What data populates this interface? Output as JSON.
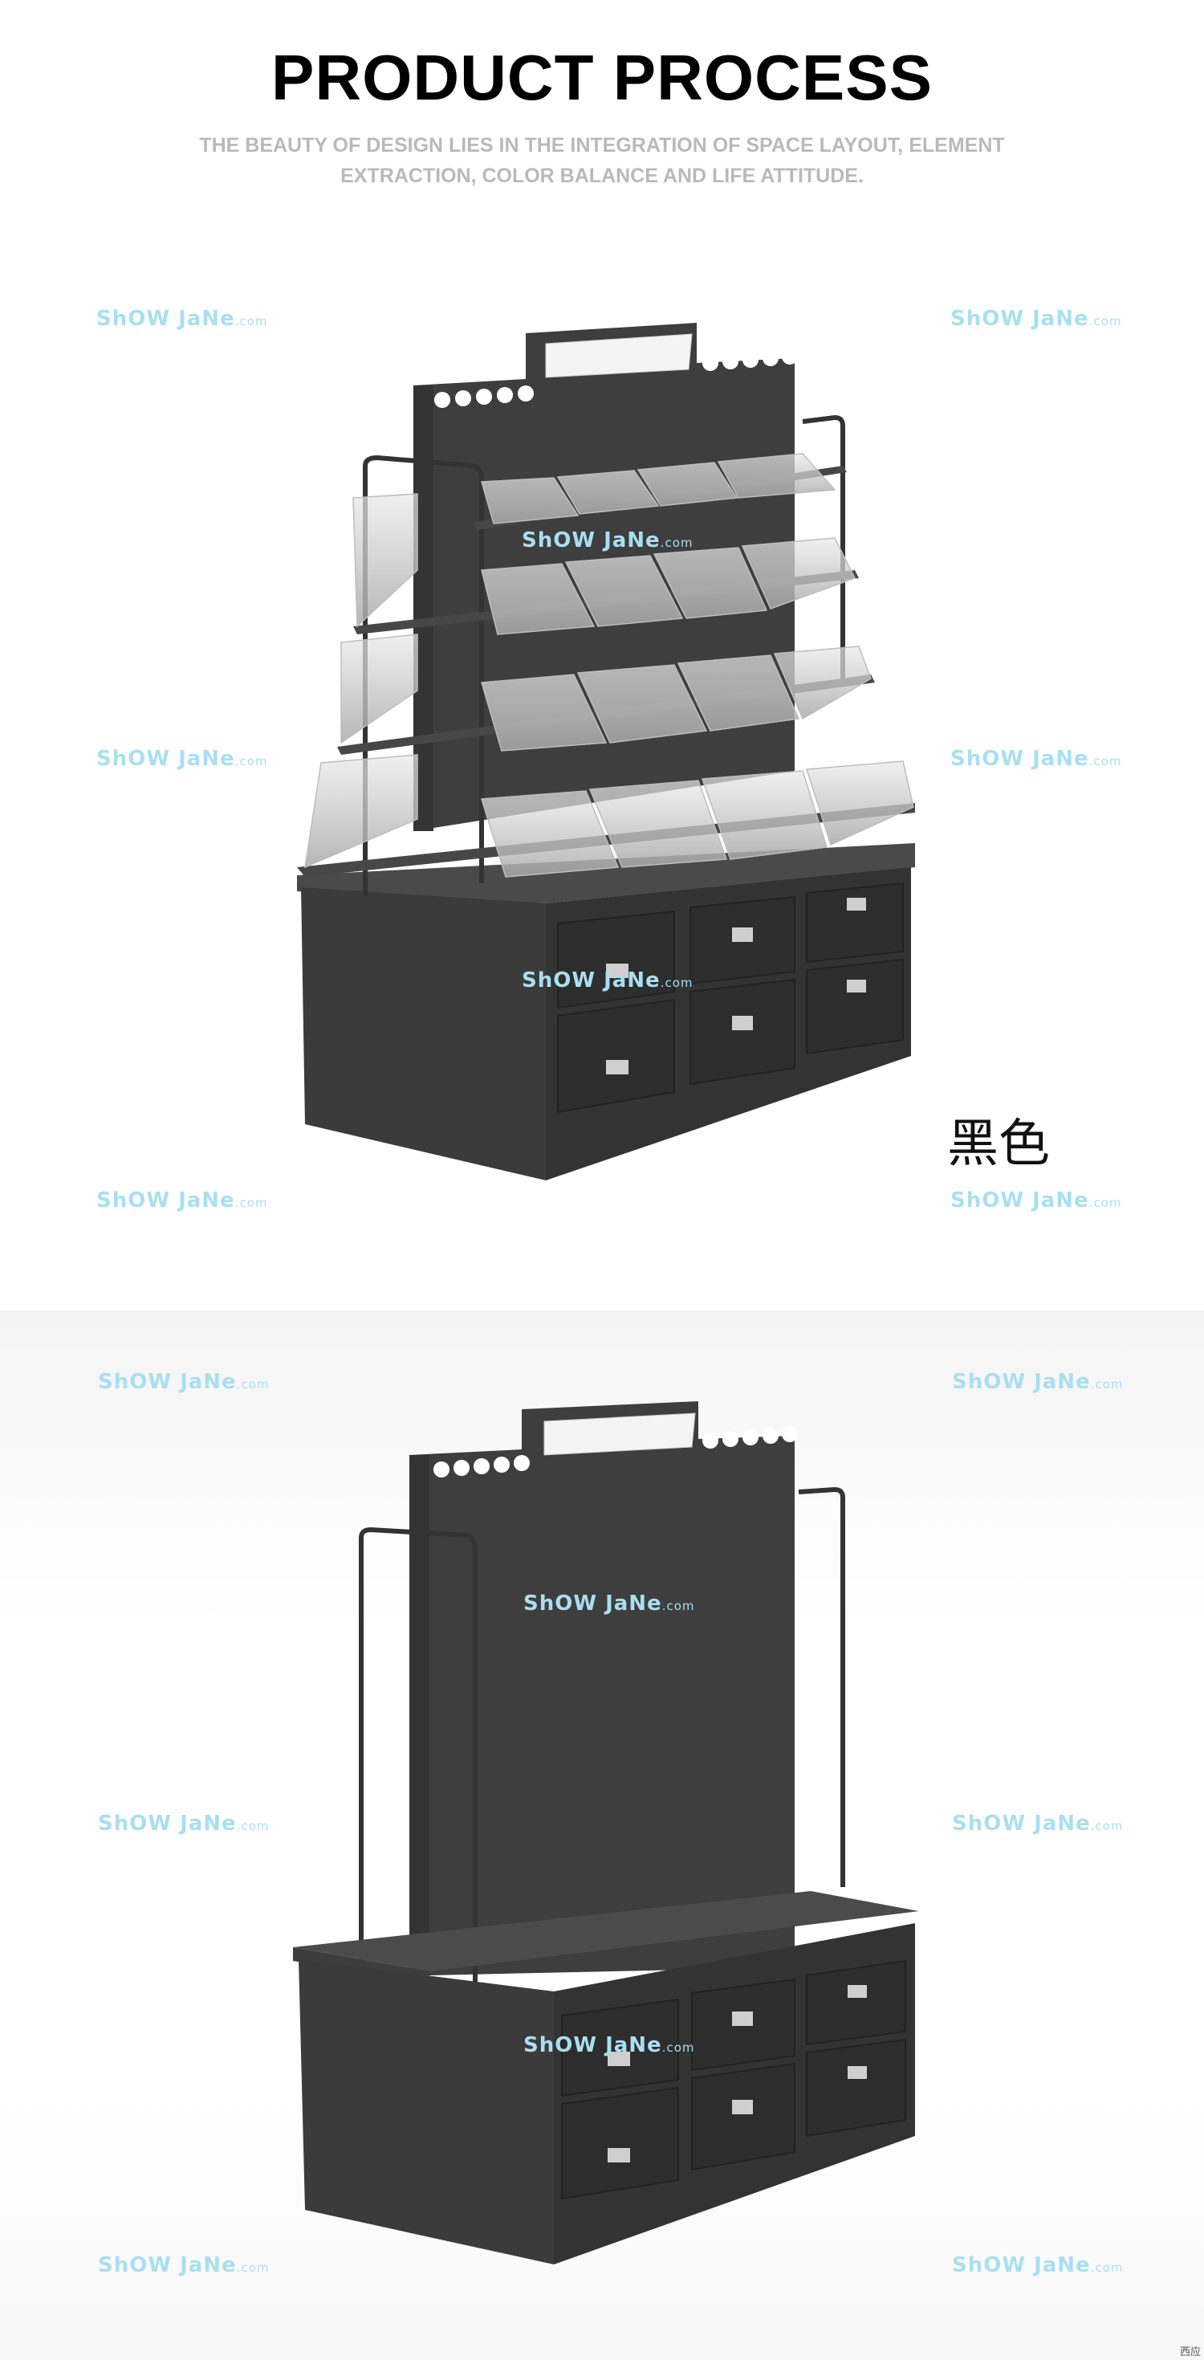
{
  "header": {
    "title": "PRODUCT PROCESS",
    "subtitle": "THE BEAUTY OF DESIGN LIES IN THE INTEGRATION OF SPACE LAYOUT, ELEMENT EXTRACTION, COLOR BALANCE AND LIFE ATTITUDE."
  },
  "watermark": {
    "brand": "ShOW JaNe",
    "suffix": ".com"
  },
  "section1": {
    "color_label": "黑色"
  },
  "footer": {
    "mark": "西应"
  },
  "colors": {
    "cabinet": "#3a3a3a",
    "watermark": "#a9dff0",
    "subtitle": "#b9b9b9"
  }
}
